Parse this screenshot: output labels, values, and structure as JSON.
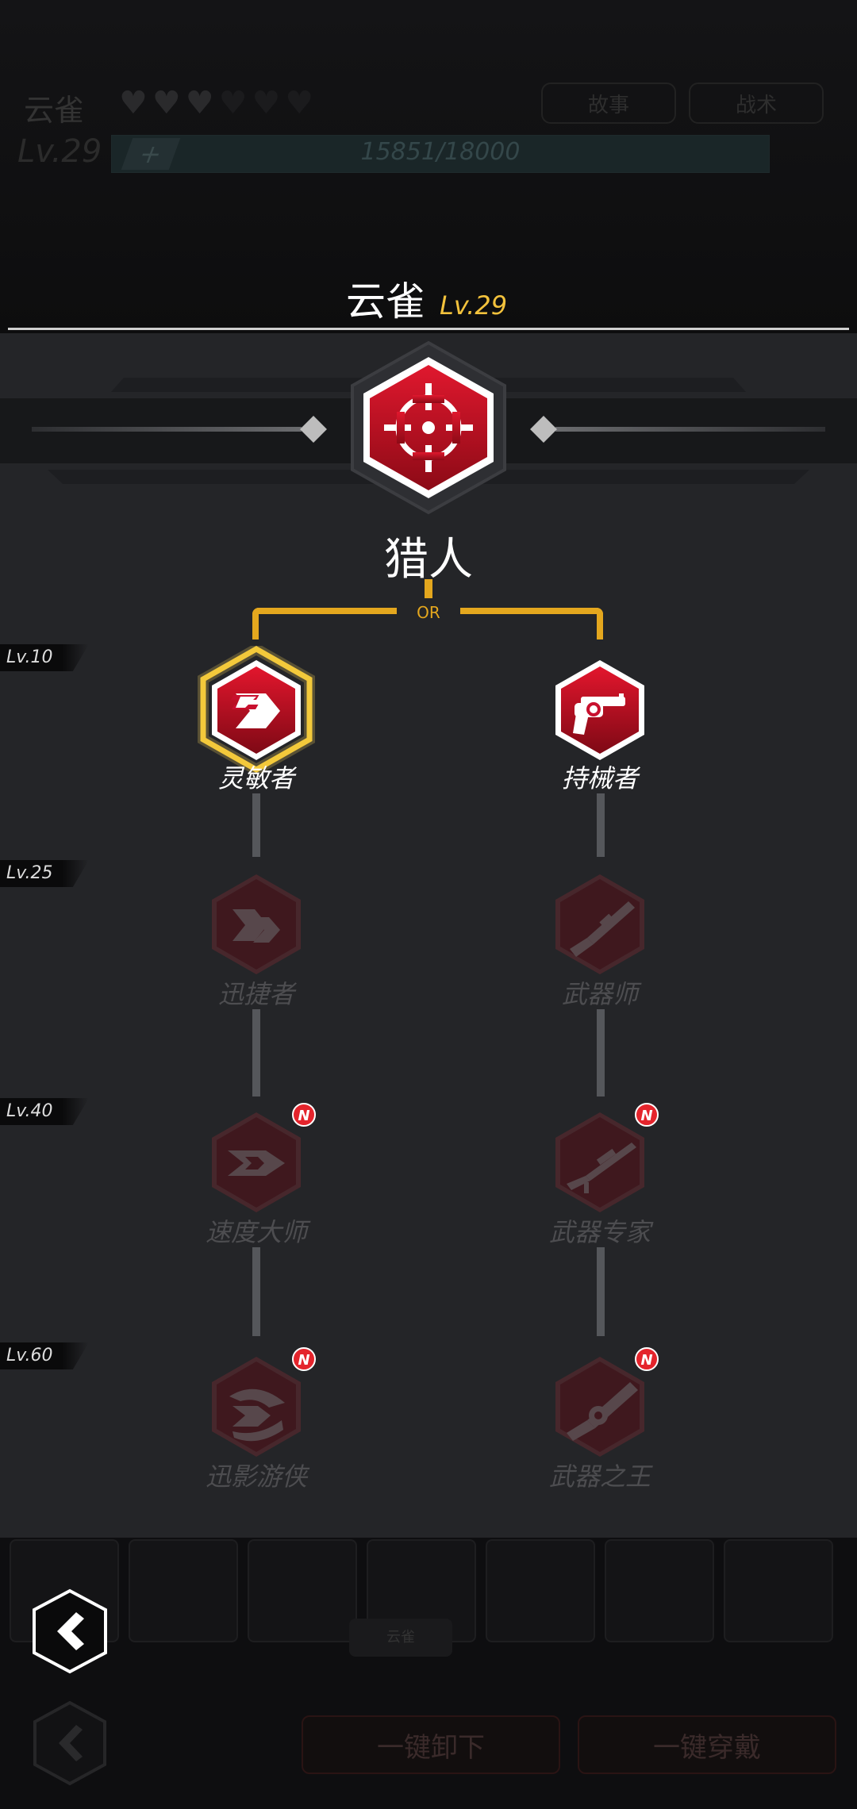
{
  "background": {
    "character_name": "云雀",
    "hearts": {
      "filled": 3,
      "total": 6
    },
    "tabs": [
      "故事",
      "战术"
    ],
    "level": "Lv.29",
    "exp_text": "15851/18000",
    "exp_plus": "+",
    "roster": [
      "",
      "",
      "",
      "",
      "",
      "",
      ""
    ],
    "selected_roster_label": "云雀",
    "buttons": {
      "unequip_all": "一键卸下",
      "equip_all": "一键穿戴"
    }
  },
  "header": {
    "name": "云雀",
    "level": "Lv.29"
  },
  "root_class": {
    "name": "猎人",
    "icon": "crosshair-icon"
  },
  "branch_connector_label": "OR",
  "level_tags": [
    "Lv.10",
    "Lv.25",
    "Lv.40",
    "Lv.60"
  ],
  "left_branch": [
    {
      "name": "灵敏者",
      "icon": "dash-chevron-icon",
      "state": "selected",
      "new": false
    },
    {
      "name": "迅捷者",
      "icon": "speed-arrows-icon",
      "state": "locked",
      "new": false
    },
    {
      "name": "速度大师",
      "icon": "speed-master-icon",
      "state": "locked",
      "new": true
    },
    {
      "name": "迅影游侠",
      "icon": "shadow-ranger-icon",
      "state": "locked",
      "new": true
    }
  ],
  "right_branch": [
    {
      "name": "持械者",
      "icon": "revolver-icon",
      "state": "unlocked",
      "new": false
    },
    {
      "name": "武器师",
      "icon": "shotgun-icon",
      "state": "locked",
      "new": false
    },
    {
      "name": "武器专家",
      "icon": "sniper-rifle-icon",
      "state": "locked",
      "new": true
    },
    {
      "name": "武器之王",
      "icon": "heavy-gun-icon",
      "state": "locked",
      "new": true
    }
  ],
  "new_badge": "N",
  "colors": {
    "accent": "#e4a71e",
    "node_red": "#c8102e",
    "panel": "#242528"
  }
}
